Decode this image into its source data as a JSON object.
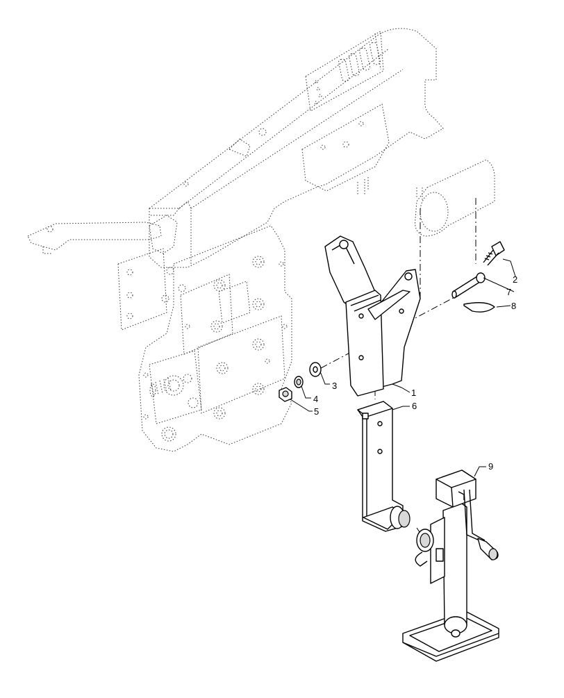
{
  "callouts": [
    {
      "id": "callout-1",
      "label": "1"
    },
    {
      "id": "callout-2",
      "label": "2"
    },
    {
      "id": "callout-3",
      "label": "3"
    },
    {
      "id": "callout-4",
      "label": "4"
    },
    {
      "id": "callout-5",
      "label": "5"
    },
    {
      "id": "callout-6",
      "label": "6"
    },
    {
      "id": "callout-7",
      "label": "7"
    },
    {
      "id": "callout-8",
      "label": "8"
    },
    {
      "id": "callout-9",
      "label": "9"
    }
  ]
}
